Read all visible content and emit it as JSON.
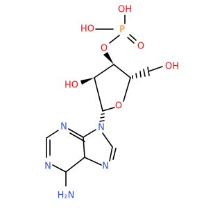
{
  "molecule": {
    "atoms": {
      "ho_p1": "HO",
      "oh_p2": "OH",
      "p": "P",
      "o_double": "O",
      "o_bridge": "O",
      "ho_c2": "HO",
      "oh_c5": "OH",
      "o_ring": "O",
      "n9": "N",
      "n1": "N",
      "n3": "N",
      "n7": "N",
      "h2n": "H₂N"
    },
    "colors": {
      "bond": "#000000",
      "oxygen": "#ff0d0d",
      "nitrogen": "#3050f8",
      "phosphorus": "#ff8000"
    }
  }
}
